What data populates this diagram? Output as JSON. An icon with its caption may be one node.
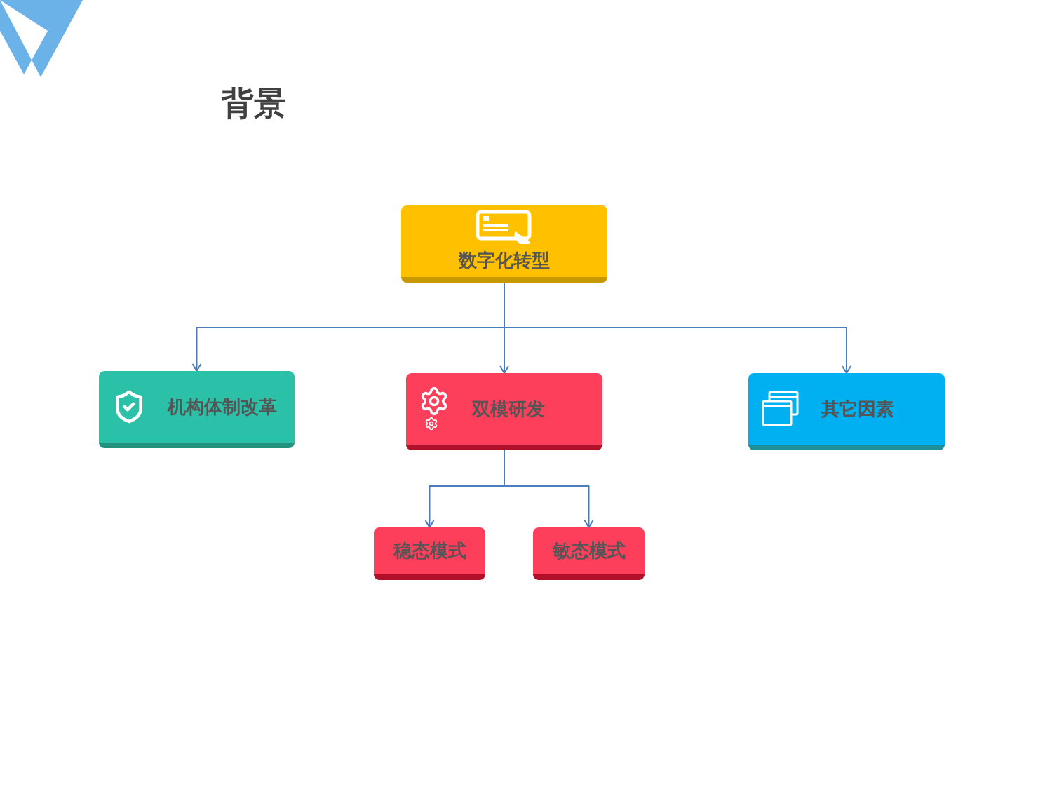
{
  "diagram": {
    "title": "背景",
    "nodes": [
      {
        "text": [
          "数字化转型"
        ]
      },
      {
        "text": [
          "机构体制改革"
        ]
      },
      {
        "text": [
          "双模研发"
        ]
      },
      {
        "text": [
          "其它因素"
        ]
      },
      {
        "text": [
          "稳态模式"
        ]
      },
      {
        "text": [
          "敏态模式"
        ]
      }
    ],
    "edges": [
      {
        "from": 0,
        "to": 1,
        "arrow": "to"
      },
      {
        "from": 0,
        "to": 2,
        "arrow": "to"
      },
      {
        "from": 0,
        "to": 3,
        "arrow": "to"
      },
      {
        "from": 2,
        "to": 4,
        "arrow": "to"
      },
      {
        "from": 2,
        "to": 5,
        "arrow": "to"
      }
    ]
  }
}
